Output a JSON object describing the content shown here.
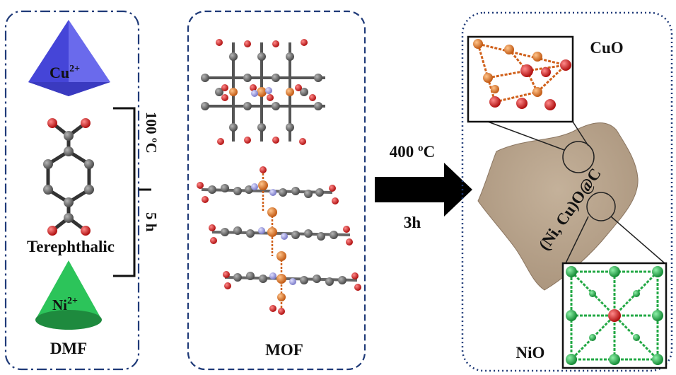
{
  "panel_reactants": {
    "copper_label": "Cu",
    "copper_charge": "2+",
    "linker_label": "Terephthalic",
    "nickel_label": "Ni",
    "nickel_charge": "2+",
    "solvent_label": "DMF",
    "temperature_label": "100 ºC",
    "time_label": "5 h"
  },
  "panel_mof": {
    "label": "MOF"
  },
  "arrow": {
    "temperature": "400 ºC",
    "duration": "3h"
  },
  "panel_product": {
    "composite_label": "(Ni, Cu)O@C",
    "inset_top_label": "CuO",
    "inset_bottom_label": "NiO"
  },
  "colors": {
    "frame_dark_blue": "#1f3a78",
    "copper_pyramid": "#5a5ae0",
    "nickel_cone": "#2fc25a",
    "oxygen": "#d41e1e",
    "carbon": "#595959",
    "copper_atom": "#e07a2a",
    "nitrogen": "#9a9ad8",
    "composite_fill": "#b39f88",
    "nio_green": "#22a844"
  }
}
